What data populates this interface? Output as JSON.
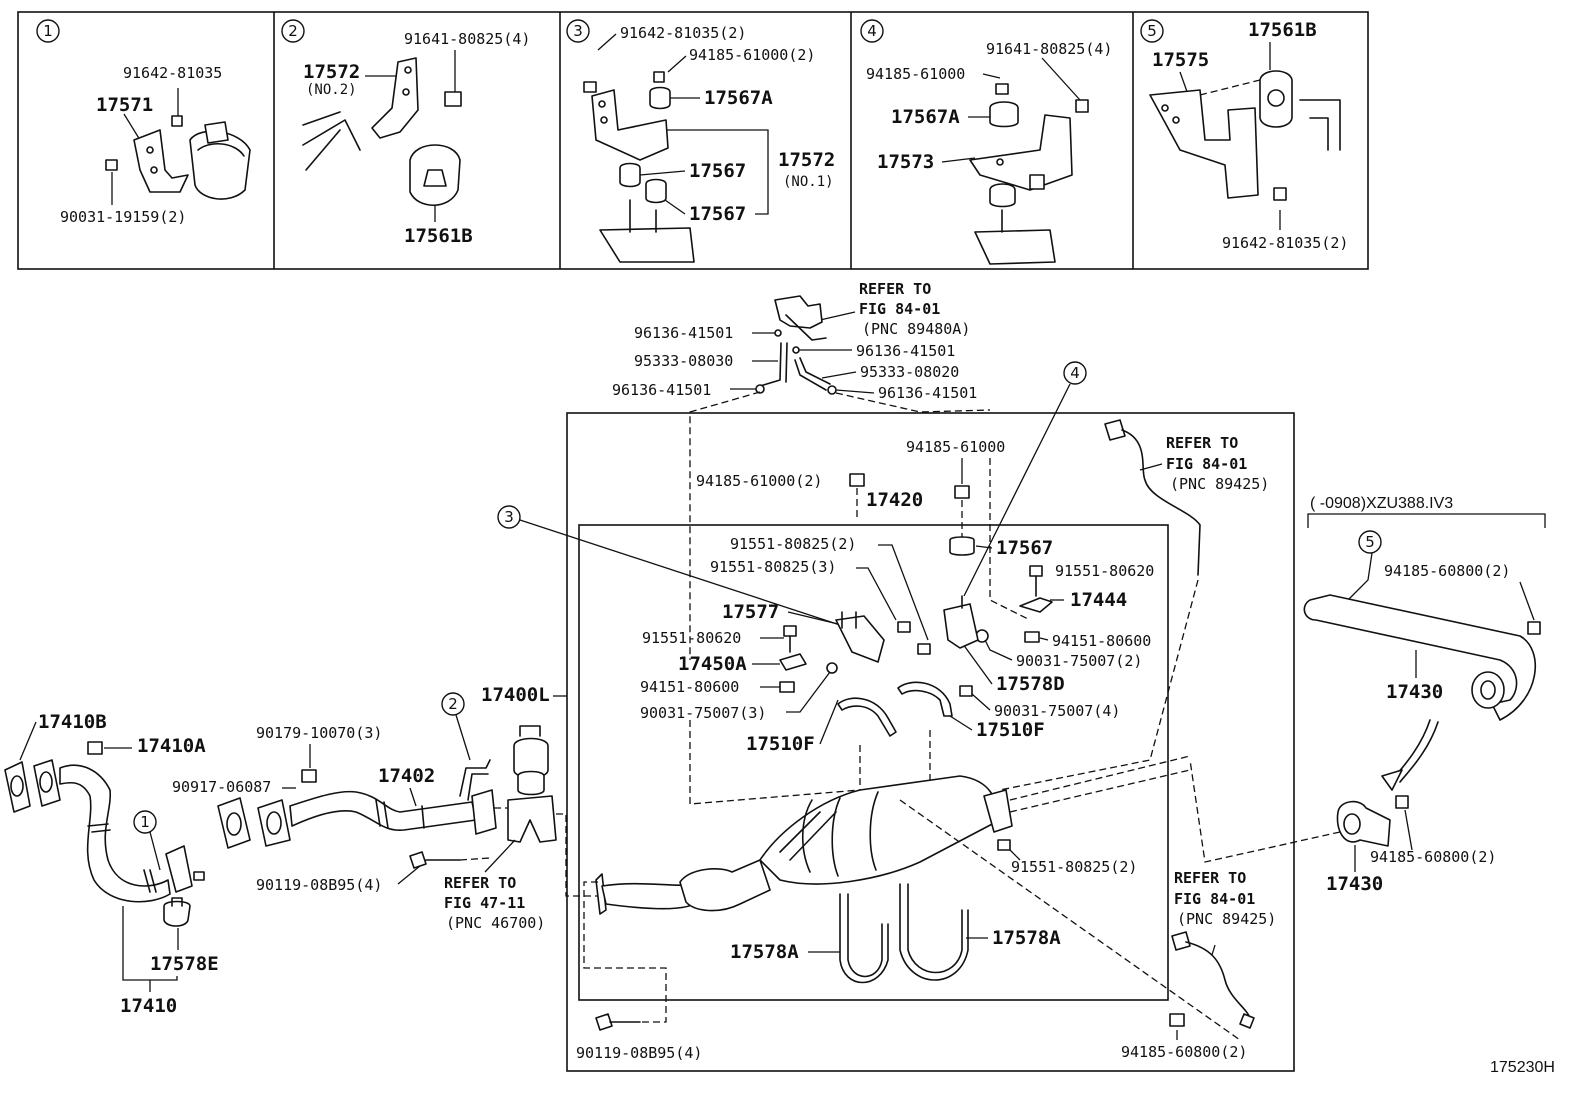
{
  "figure_code": "175230H",
  "insets": [
    {
      "number": "1",
      "parts": [
        "91642-81035",
        "17571",
        "90031-19159(2)"
      ]
    },
    {
      "number": "2",
      "parts": [
        "17572",
        "(NO.2)",
        "91641-80825(4)",
        "17561B"
      ]
    },
    {
      "number": "3",
      "parts": [
        "91642-81035(2)",
        "94185-61000(2)",
        "17567A",
        "17567",
        "17572",
        "(NO.1)",
        "17567"
      ]
    },
    {
      "number": "4",
      "parts": [
        "94185-61000",
        "91641-80825(4)",
        "17567A",
        "17573"
      ]
    },
    {
      "number": "5",
      "parts": [
        "17561B",
        "17575",
        "91642-81035(2)"
      ]
    }
  ],
  "callouts": {
    "c1": "1",
    "c2": "2",
    "c3": "3",
    "c4": "4",
    "c5": "5"
  },
  "refs": {
    "top": {
      "line1": "REFER TO",
      "line2": "FIG 84-01",
      "line3": "(PNC 89480A)"
    },
    "right_top": {
      "line1": "REFER TO",
      "line2": "FIG 84-01",
      "line3": "(PNC 89425)"
    },
    "right_bottom": {
      "line1": "REFER TO",
      "line2": "FIG 84-01",
      "line3": "(PNC 89425)"
    },
    "mid": {
      "line1": "REFER TO",
      "line2": "FIG 47-11",
      "line3": "(PNC 46700)"
    }
  },
  "variant_note": "(    -0908)XZU388.IV3",
  "labels": {
    "p96136_a": "96136-41501",
    "p95333_08030": "95333-08030",
    "p96136_b": "96136-41501",
    "p96136_c": "96136-41501",
    "p95333_08020": "95333-08020",
    "p96136_d": "96136-41501",
    "p94185_61000_top": "94185-61000",
    "p94185_61000_2": "94185-61000(2)",
    "p17420": "17420",
    "p91551_80825_2a": "91551-80825(2)",
    "p91551_80825_3": "91551-80825(3)",
    "p17567": "17567",
    "p91551_80620_r": "91551-80620",
    "p17444": "17444",
    "p17577": "17577",
    "p91551_80620_l": "91551-80620",
    "p94151_80600_r": "94151-80600",
    "p90031_75007_2": "90031-75007(2)",
    "p17450A": "17450A",
    "p17578D": "17578D",
    "p94151_80600_l": "94151-80600",
    "p90031_75007_3": "90031-75007(3)",
    "p90031_75007_4": "90031-75007(4)",
    "p17510F_l": "17510F",
    "p17510F_r": "17510F",
    "p17400L": "17400L",
    "p17410B": "17410B",
    "p17410A": "17410A",
    "p90179": "90179-10070(3)",
    "p90917": "90917-06087",
    "p17402": "17402",
    "p90119_a": "90119-08B95(4)",
    "p17578E": "17578E",
    "p17410": "17410",
    "p91551_80825_2b": "91551-80825(2)",
    "p17578A_l": "17578A",
    "p17578A_r": "17578A",
    "p90119_b": "90119-08B95(4)",
    "p94185_60800_2b": "94185-60800(2)",
    "p94185_60800_2a": "94185-60800(2)",
    "p17430_a": "17430",
    "p94185_60800_2c": "94185-60800(2)",
    "p17430_b": "17430"
  }
}
